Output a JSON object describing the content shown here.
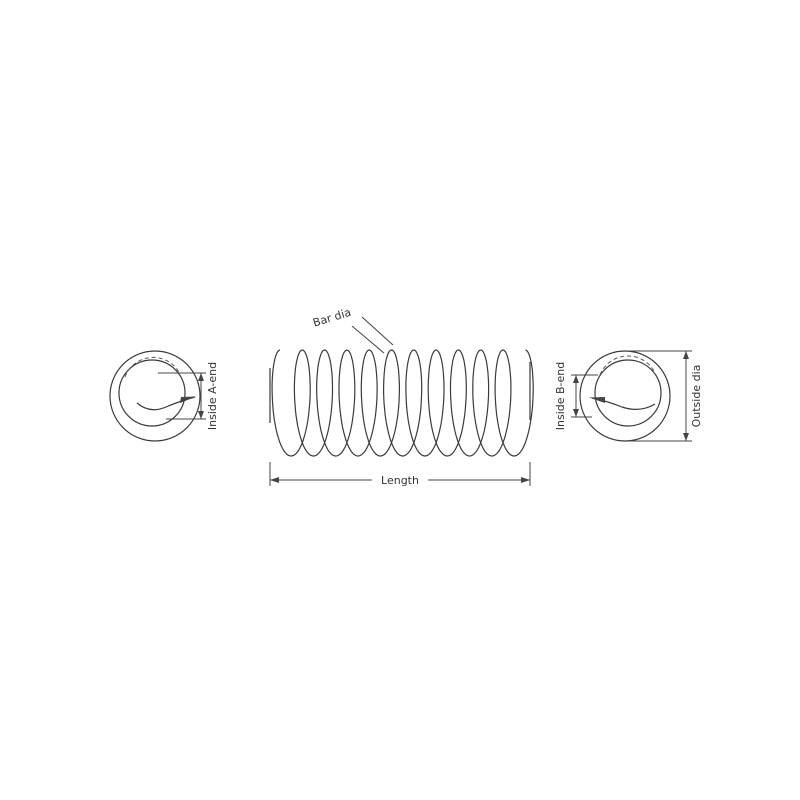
{
  "diagram": {
    "type": "technical-drawing",
    "subject": "coil spring with dimension annotations",
    "labels": {
      "bar_dia": "Bar dia",
      "length": "Length",
      "inside_a_end": "Inside A-end",
      "inside_b_end": "Inside B-end",
      "outside_dia": "Outside dia"
    },
    "colors": {
      "line": "#444444",
      "text": "#333333",
      "background": "#ffffff"
    }
  }
}
